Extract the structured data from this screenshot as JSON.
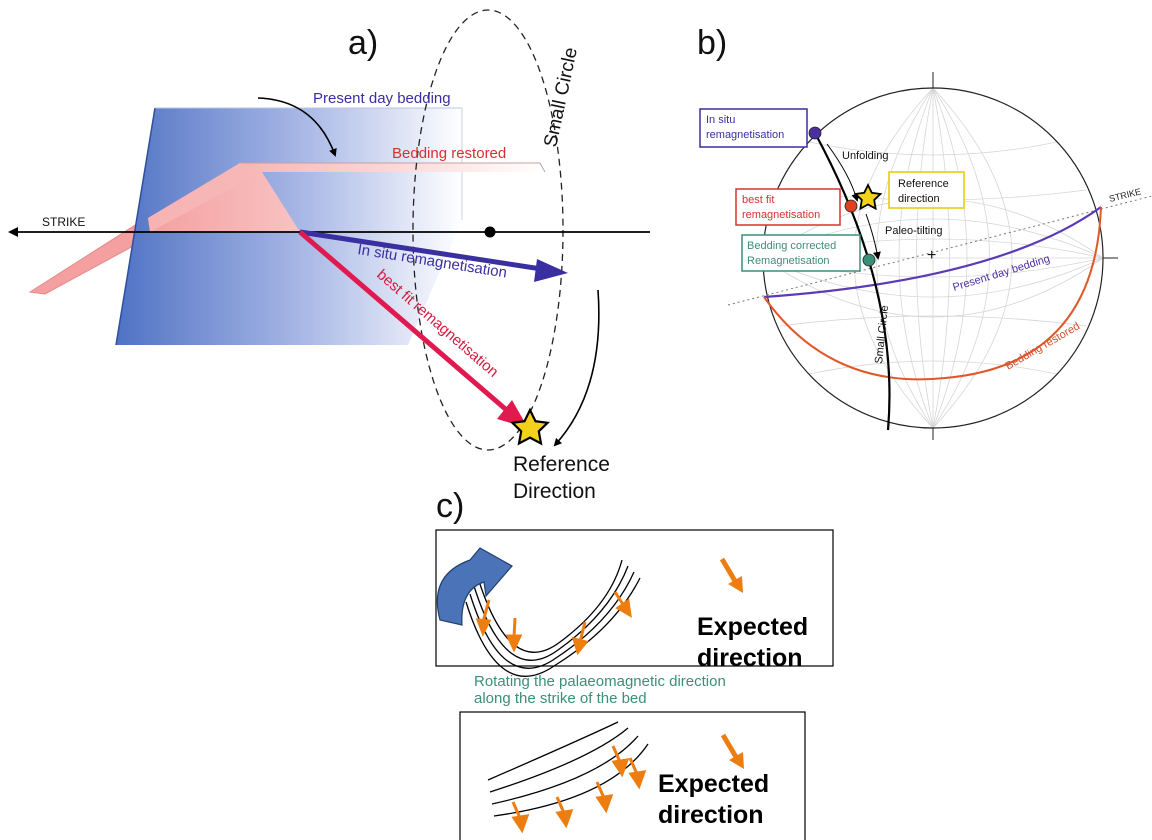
{
  "panel_a": {
    "letter": "a)",
    "present_day_bedding": "Present day bedding",
    "bedding_restored": "Bedding restored",
    "strike": "STRIKE",
    "small_circle": "Small Circle",
    "in_situ": "In situ remagnetisation",
    "best_fit": "best fit remagnetisation",
    "reference_line1": "Reference",
    "reference_line2": "Direction"
  },
  "panel_b": {
    "letter": "b)",
    "in_situ_line1": "In situ",
    "in_situ_line2": "remagnetisation",
    "unfolding": "Unfolding",
    "reference_line1": "Reference",
    "reference_line2": "direction",
    "best_fit_line1": "best fit",
    "best_fit_line2": "remagnetisation",
    "paleo_tilting": "Paleo-tilting",
    "bedding_corrected_line1": "Bedding corrected",
    "bedding_corrected_line2": "Remagnetisation",
    "strike": "STRIKE",
    "present_day_bedding": "Present day bedding",
    "small_circle": "Small Circle",
    "bedding_restored": "Bedding restored"
  },
  "panel_c": {
    "letter": "c)",
    "expected_line1": "Expected",
    "expected_line2": "direction",
    "caption_line1": "Rotating the palaeomagnetic direction",
    "caption_line2": "along the strike of the bed"
  },
  "colors": {
    "blue_plane": "#4f72c4",
    "pink_plane": "#f4a6a6",
    "in_situ": "#3a2fa0",
    "best_fit": "#e0194f",
    "orange": "#ee7d10",
    "teal": "#3b8f78",
    "bedding_restored": "#e0582a",
    "present_bedding_b": "#5b3ab8",
    "star": "#f5d21a"
  }
}
